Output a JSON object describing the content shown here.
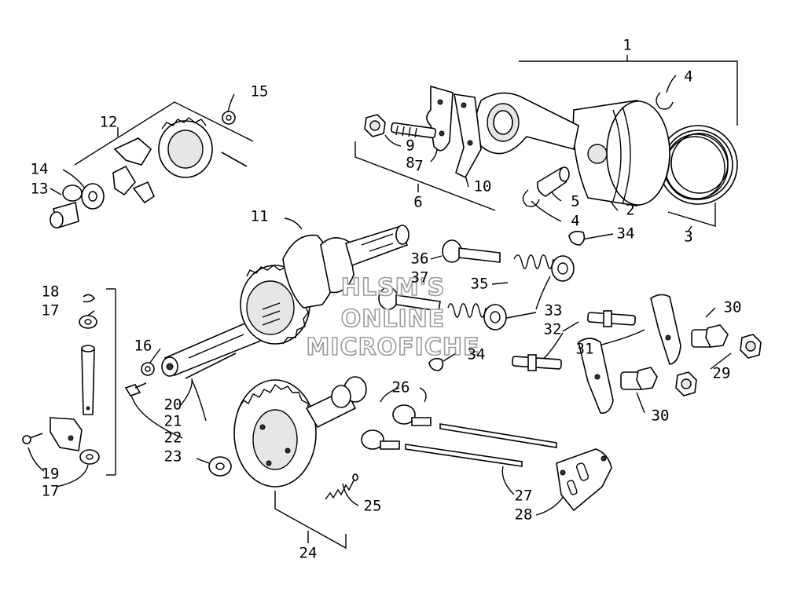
{
  "callouts": {
    "c1": "1",
    "c2": "2",
    "c3": "3",
    "c4a": "4",
    "c4b": "4",
    "c5": "5",
    "c6": "6",
    "c7": "7",
    "c8": "8",
    "c9": "9",
    "c10": "10",
    "c11": "11",
    "c12": "12",
    "c13": "13",
    "c14": "14",
    "c15": "15",
    "c16": "16",
    "c17a": "17",
    "c17b": "17",
    "c18": "18",
    "c19": "19",
    "c20": "20",
    "c21": "21",
    "c22": "22",
    "c23": "23",
    "c24": "24",
    "c25": "25",
    "c26": "26",
    "c27": "27",
    "c28": "28",
    "c29": "29",
    "c30a": "30",
    "c30b": "30",
    "c31": "31",
    "c32": "32",
    "c33": "33",
    "c34a": "34",
    "c34b": "34",
    "c35": "35",
    "c36": "36",
    "c37": "37"
  },
  "watermark": {
    "line1": "HLSM'S",
    "line2": "ONLINE",
    "line3": "MICROFICHE"
  },
  "colors": {
    "ink": "#000000",
    "watermark_outline": "#9a9a9a",
    "background": "#ffffff"
  }
}
